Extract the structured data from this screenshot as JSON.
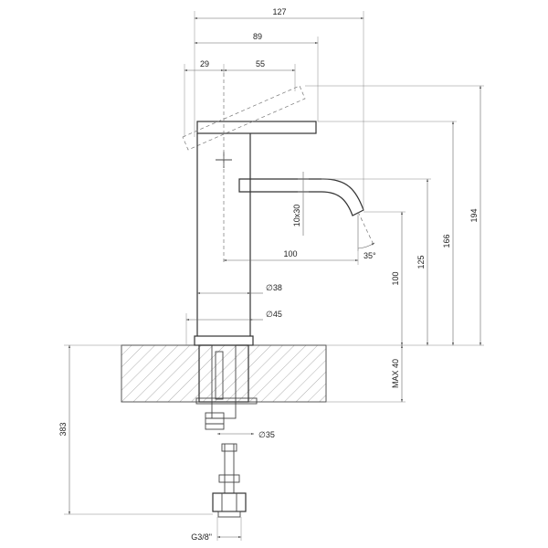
{
  "dimensions": {
    "w127": "127",
    "w89": "89",
    "w29": "29",
    "w55": "55",
    "h194": "194",
    "h166": "166",
    "h125": "125",
    "h100": "100",
    "spout_section": "10x30",
    "reach100": "100",
    "angle": "35°",
    "d38": "∅38",
    "d45": "∅45",
    "max40": "MAX 40",
    "d35": "∅35",
    "h383": "383",
    "thread": "G3/8\""
  }
}
